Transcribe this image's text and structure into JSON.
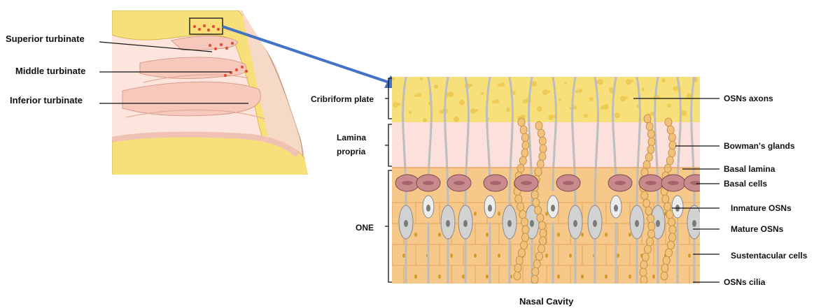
{
  "left_panel": {
    "labels": {
      "superior_turbinate": "Superior turbinate",
      "middle_turbinate": "Middle turbinate",
      "inferior_turbinate": "Inferior turbinate"
    }
  },
  "right_panel": {
    "left_labels": {
      "cribriform_plate": "Cribriform plate",
      "lamina_line1": "Lamina",
      "lamina_line2": "propria",
      "one": "ONE"
    },
    "right_labels": {
      "osns_axons": "OSNs axons",
      "bowmans_glands": "Bowman's glands",
      "basal_lamina": "Basal lamina",
      "basal_cells": "Basal cells",
      "inmature_osns": "Inmature OSNs",
      "mature_osns": "Mature OSNs",
      "sustentacular_cells": "Sustentacular cells",
      "osns_cilia": "OSNs cilia"
    },
    "bottom_label": "Nasal Cavity"
  },
  "colors": {
    "bone": "#f7e07a",
    "bone_spot": "#e8b93a",
    "lamina": "#fbe0dc",
    "epithelium": "#f6c88a",
    "basal_cell": "#c98a8e",
    "neuron": "#d2d2d2",
    "arrow": "#4472c4"
  }
}
